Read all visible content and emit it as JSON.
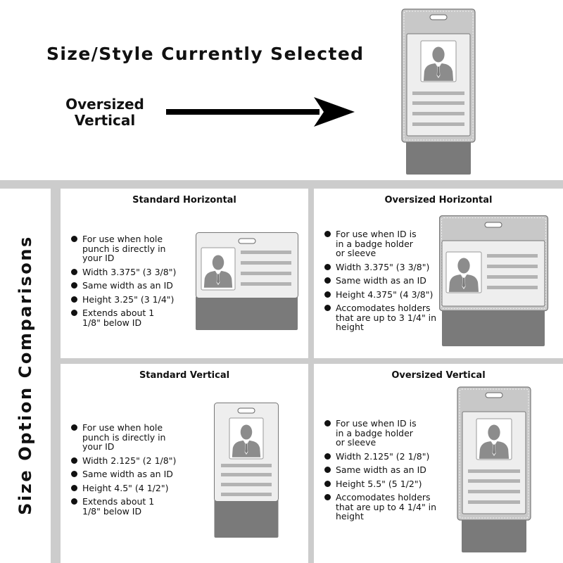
{
  "header": {
    "title": "Size/Style Currently Selected",
    "selected_label": "Oversized Vertical"
  },
  "side_label": "Size Option Comparisons",
  "options": [
    {
      "title": "Standard Horizontal",
      "bullets": [
        "For use when hole punch is directly in your ID",
        "Width 3.375\" (3 3/8\")",
        "Same width as an ID",
        "Height 3.25\" (3 1/4\")",
        "Extends about 1 1/8\" below ID"
      ]
    },
    {
      "title": "Oversized Horizontal",
      "bullets": [
        "For use when ID is in a badge holder or sleeve",
        "Width 3.375\" (3 3/8\")",
        "Same width as an ID",
        "Height 4.375\" (4 3/8\")",
        "Accomodates holders that are up to 3 1/4\" in height"
      ]
    },
    {
      "title": "Standard Vertical",
      "bullets": [
        "For use when hole punch is directly in your ID",
        "Width 2.125\" (2 1/8\")",
        "Same width as an ID",
        "Height 4.5\" (4 1/2\")",
        "Extends about 1 1/8\" below ID"
      ]
    },
    {
      "title": "Oversized Vertical",
      "bullets": [
        "For use when ID is in a badge holder or sleeve",
        "Width 2.125\" (2 1/8\")",
        "Same width as an ID",
        "Height 5.5\" (5 1/2\")",
        "Accomodates holders that are up to 4 1/4\" in height"
      ]
    }
  ],
  "colors": {
    "frame": "#cccccc",
    "reel_tab": "#7a7a7a",
    "card_fill": "#eeeeee",
    "silhouette": "#8c8c8c",
    "text_lines": "#b3b3b3",
    "holder_fill": "#c8c8c8"
  }
}
